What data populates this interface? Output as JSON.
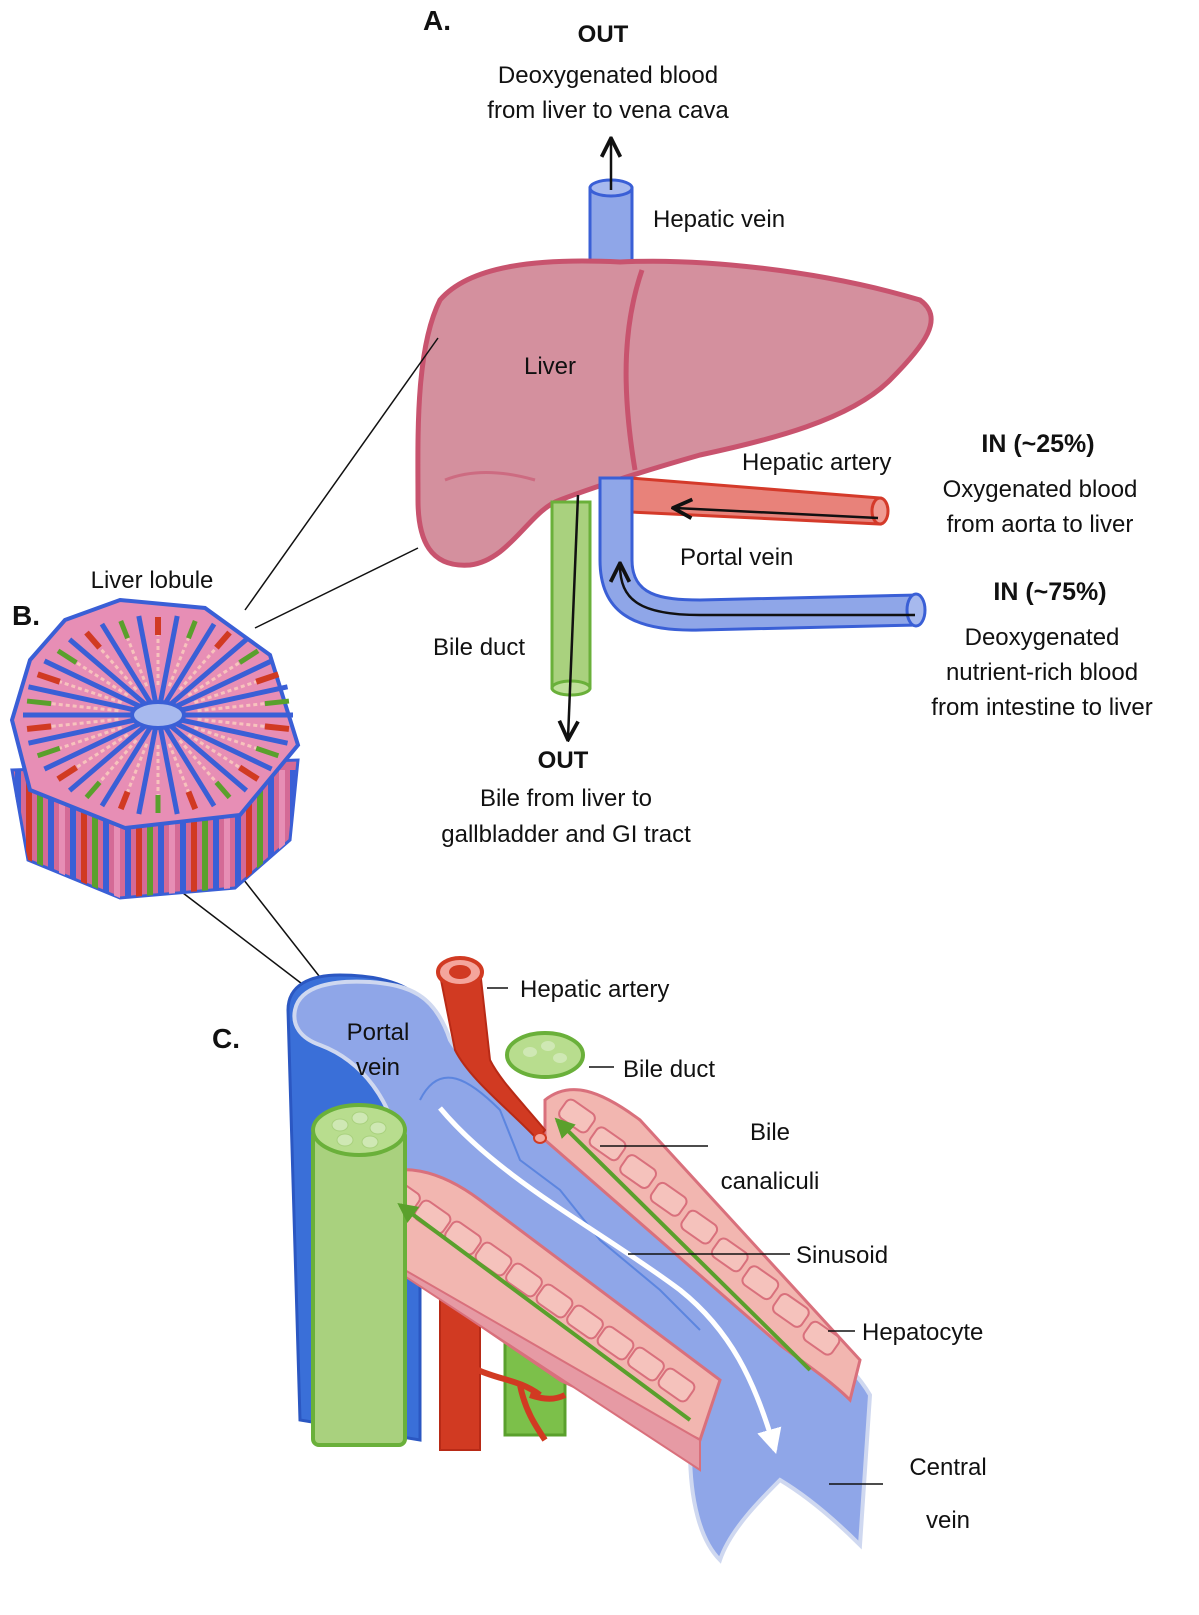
{
  "panels": {
    "a": "A.",
    "b": "B.",
    "c": "C."
  },
  "colors": {
    "liver_fill": "#d4909e",
    "liver_stroke": "#c8536e",
    "vein_fill": "#8fa6e8",
    "vein_stroke": "#3a5fd6",
    "artery_fill": "#e8827a",
    "artery_stroke": "#d43a2a",
    "bile_fill": "#a9d17e",
    "bile_stroke": "#6ab03a",
    "hepatocyte_fill": "#f2b6b0",
    "hepatocyte_stroke": "#d9707c"
  },
  "panel_a": {
    "out_top": {
      "heading": "OUT",
      "line1": "Deoxygenated blood",
      "line2": "from liver to vena cava"
    },
    "hepatic_vein": "Hepatic vein",
    "liver": "Liver",
    "hepatic_artery": "Hepatic artery",
    "in_artery": {
      "heading": "IN (~25%)",
      "line1": "Oxygenated blood",
      "line2": "from aorta to liver"
    },
    "portal_vein": "Portal vein",
    "in_portal": {
      "heading": "IN (~75%)",
      "line1": "Deoxygenated",
      "line2": "nutrient-rich blood",
      "line3": "from intestine to liver"
    },
    "bile_duct": "Bile duct",
    "out_bottom": {
      "heading": "OUT",
      "line1": "Bile from liver to",
      "line2": "gallbladder and GI tract"
    }
  },
  "panel_b": {
    "title": "Liver lobule"
  },
  "panel_c": {
    "portal_vein_line1": "Portal",
    "portal_vein_line2": "vein",
    "hepatic_artery": "Hepatic artery",
    "bile_duct": "Bile duct",
    "bile_canaliculi_line1": "Bile",
    "bile_canaliculi_line2": "canaliculi",
    "sinusoid": "Sinusoid",
    "hepatocyte": "Hepatocyte",
    "central_vein_line1": "Central",
    "central_vein_line2": "vein"
  }
}
